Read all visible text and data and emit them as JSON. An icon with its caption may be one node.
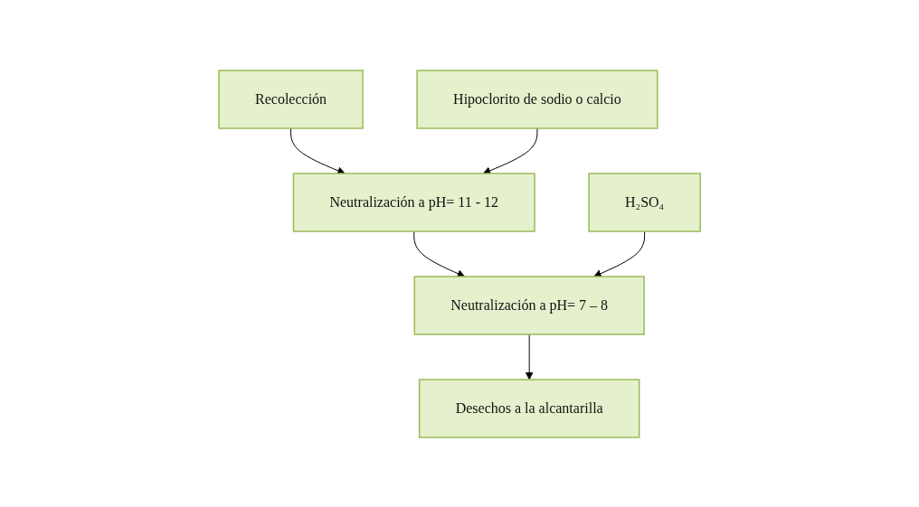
{
  "diagram": {
    "nodes": [
      {
        "text": [
          "Recolección"
        ]
      },
      {
        "text": [
          "Hipoclorito de sodio o calcio"
        ]
      },
      {
        "text": [
          "Neutralización a pH= 11 - 12"
        ]
      },
      {
        "text": [
          "Neutralización a pH= 7 – 8"
        ]
      },
      {
        "text": [
          "H₂SO₄"
        ]
      },
      {
        "text": [
          "Desechos a la alcantarilla"
        ]
      }
    ],
    "edges": [
      {
        "from": 0,
        "to": 2,
        "arrow": "to"
      },
      {
        "from": 1,
        "to": 2,
        "arrow": "to"
      },
      {
        "from": 2,
        "to": 3,
        "arrow": "to"
      },
      {
        "from": 4,
        "to": 3,
        "arrow": "to"
      },
      {
        "from": 3,
        "to": 5,
        "arrow": "to"
      }
    ]
  }
}
